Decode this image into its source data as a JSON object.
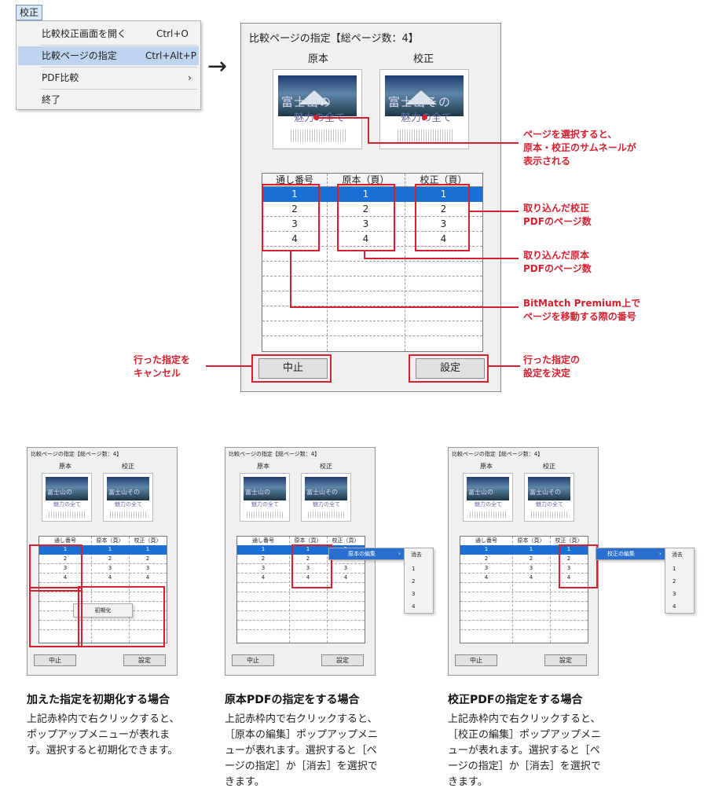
{
  "menu": {
    "tab_label": "校正",
    "items": [
      {
        "label": "比較校正画面を開く",
        "shortcut": "Ctrl+O"
      },
      {
        "label": "比較ページの指定",
        "shortcut": "Ctrl+Alt+P"
      },
      {
        "label": "PDF比較",
        "shortcut": "›"
      },
      {
        "label": "終了",
        "shortcut": ""
      }
    ]
  },
  "arrow": "→",
  "dialog": {
    "title": "比較ページの指定【総ページ数：4】",
    "col_original": "原本",
    "col_proof": "校正",
    "thumb_title_original": "富士山の",
    "thumb_title_proof": "富士山その",
    "thumb_subtitle": "魅力の全て",
    "table_headers": [
      "通し番号",
      "原本（頁）",
      "校正（頁）"
    ],
    "rows": [
      [
        "1",
        "1",
        "1"
      ],
      [
        "2",
        "2",
        "2"
      ],
      [
        "3",
        "3",
        "3"
      ],
      [
        "4",
        "4",
        "4"
      ]
    ],
    "cancel_label": "中止",
    "set_label": "設定"
  },
  "callouts": {
    "thumb": [
      "ページを選択すると、",
      "原本・校正のサムネールが",
      "表示される"
    ],
    "proof_pages": [
      "取り込んだ校正",
      "PDFのページ数"
    ],
    "original_pages": [
      "取り込んだ原本",
      "PDFのページ数"
    ],
    "serial": [
      "BitMatch Premium上で",
      "ページを移動する際の番号"
    ],
    "cancel": [
      "行った指定を",
      "キャンセル"
    ],
    "set": [
      "行った指定の",
      "設定を決定"
    ]
  },
  "small_dialogs": {
    "title": "比較ページの指定【総ページ数：4】",
    "col_original": "原本",
    "col_proof": "校正",
    "headers": [
      "通し番号",
      "原本（頁）",
      "校正（頁）"
    ],
    "cancel_label": "中止",
    "set_label": "設定",
    "reset_menu_label": "初期化",
    "edit_original_label": "原本の編集",
    "edit_proof_label": "校正の編集",
    "submenu": [
      "消去",
      "1",
      "2",
      "3",
      "4"
    ]
  },
  "captions": [
    {
      "title": "加えた指定を初期化する場合",
      "body": "上記赤枠内で右クリックすると、ポップアップメニューが表れます。選択すると初期化できます。"
    },
    {
      "title": "原本PDFの指定をする場合",
      "body": "上記赤枠内で右クリックすると、［原本の編集］ポップアップメニューが表れます。選択すると［ページの指定］か［消去］を選択できます。"
    },
    {
      "title": "校正PDFの指定をする場合",
      "body": "上記赤枠内で右クリックすると、［校正の編集］ポップアップメニューが表れます。選択すると［ページの指定］か［消去］を選択できます。"
    }
  ],
  "colors": {
    "accent_red": "#d62030",
    "selection_blue": "#1a6fd6"
  }
}
